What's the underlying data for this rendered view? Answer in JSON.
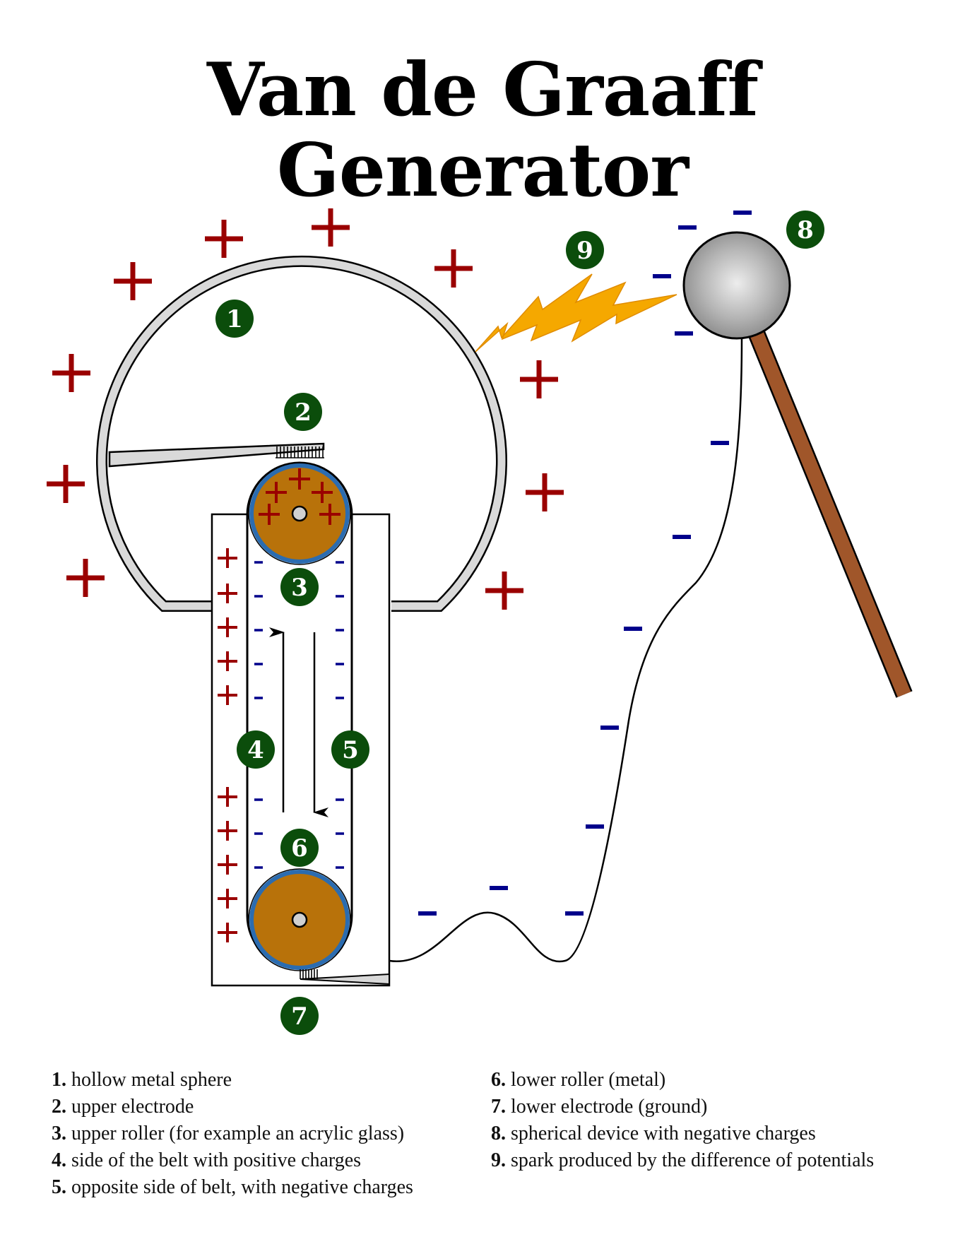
{
  "title": "Van de Graaff Generator",
  "badges": [
    "1",
    "2",
    "3",
    "4",
    "5",
    "6",
    "7",
    "8",
    "9"
  ],
  "legend": [
    {
      "num": "1.",
      "text": "hollow metal sphere"
    },
    {
      "num": "2.",
      "text": "upper electrode"
    },
    {
      "num": "3.",
      "text": "upper roller (for example an acrylic glass)"
    },
    {
      "num": "4.",
      "text": "side of the belt with positive charges"
    },
    {
      "num": "5.",
      "text": "opposite side of belt, with negative charges"
    },
    {
      "num": "6.",
      "text": "lower roller (metal)"
    },
    {
      "num": "7.",
      "text": "lower electrode (ground)"
    },
    {
      "num": "8.",
      "text": "spherical device with negative charges"
    },
    {
      "num": "9.",
      "text": "spark produced by the difference of potentials"
    }
  ],
  "colors": {
    "badge": "#0b4d0b",
    "positive": "#9a0000",
    "negative": "#00008b",
    "roller_fill": "#b8720a",
    "roller_ring": "#2b6cb0",
    "sphere_shell": "#d9d9d9",
    "spark": "#f5a800",
    "rod": "#a0562a"
  }
}
